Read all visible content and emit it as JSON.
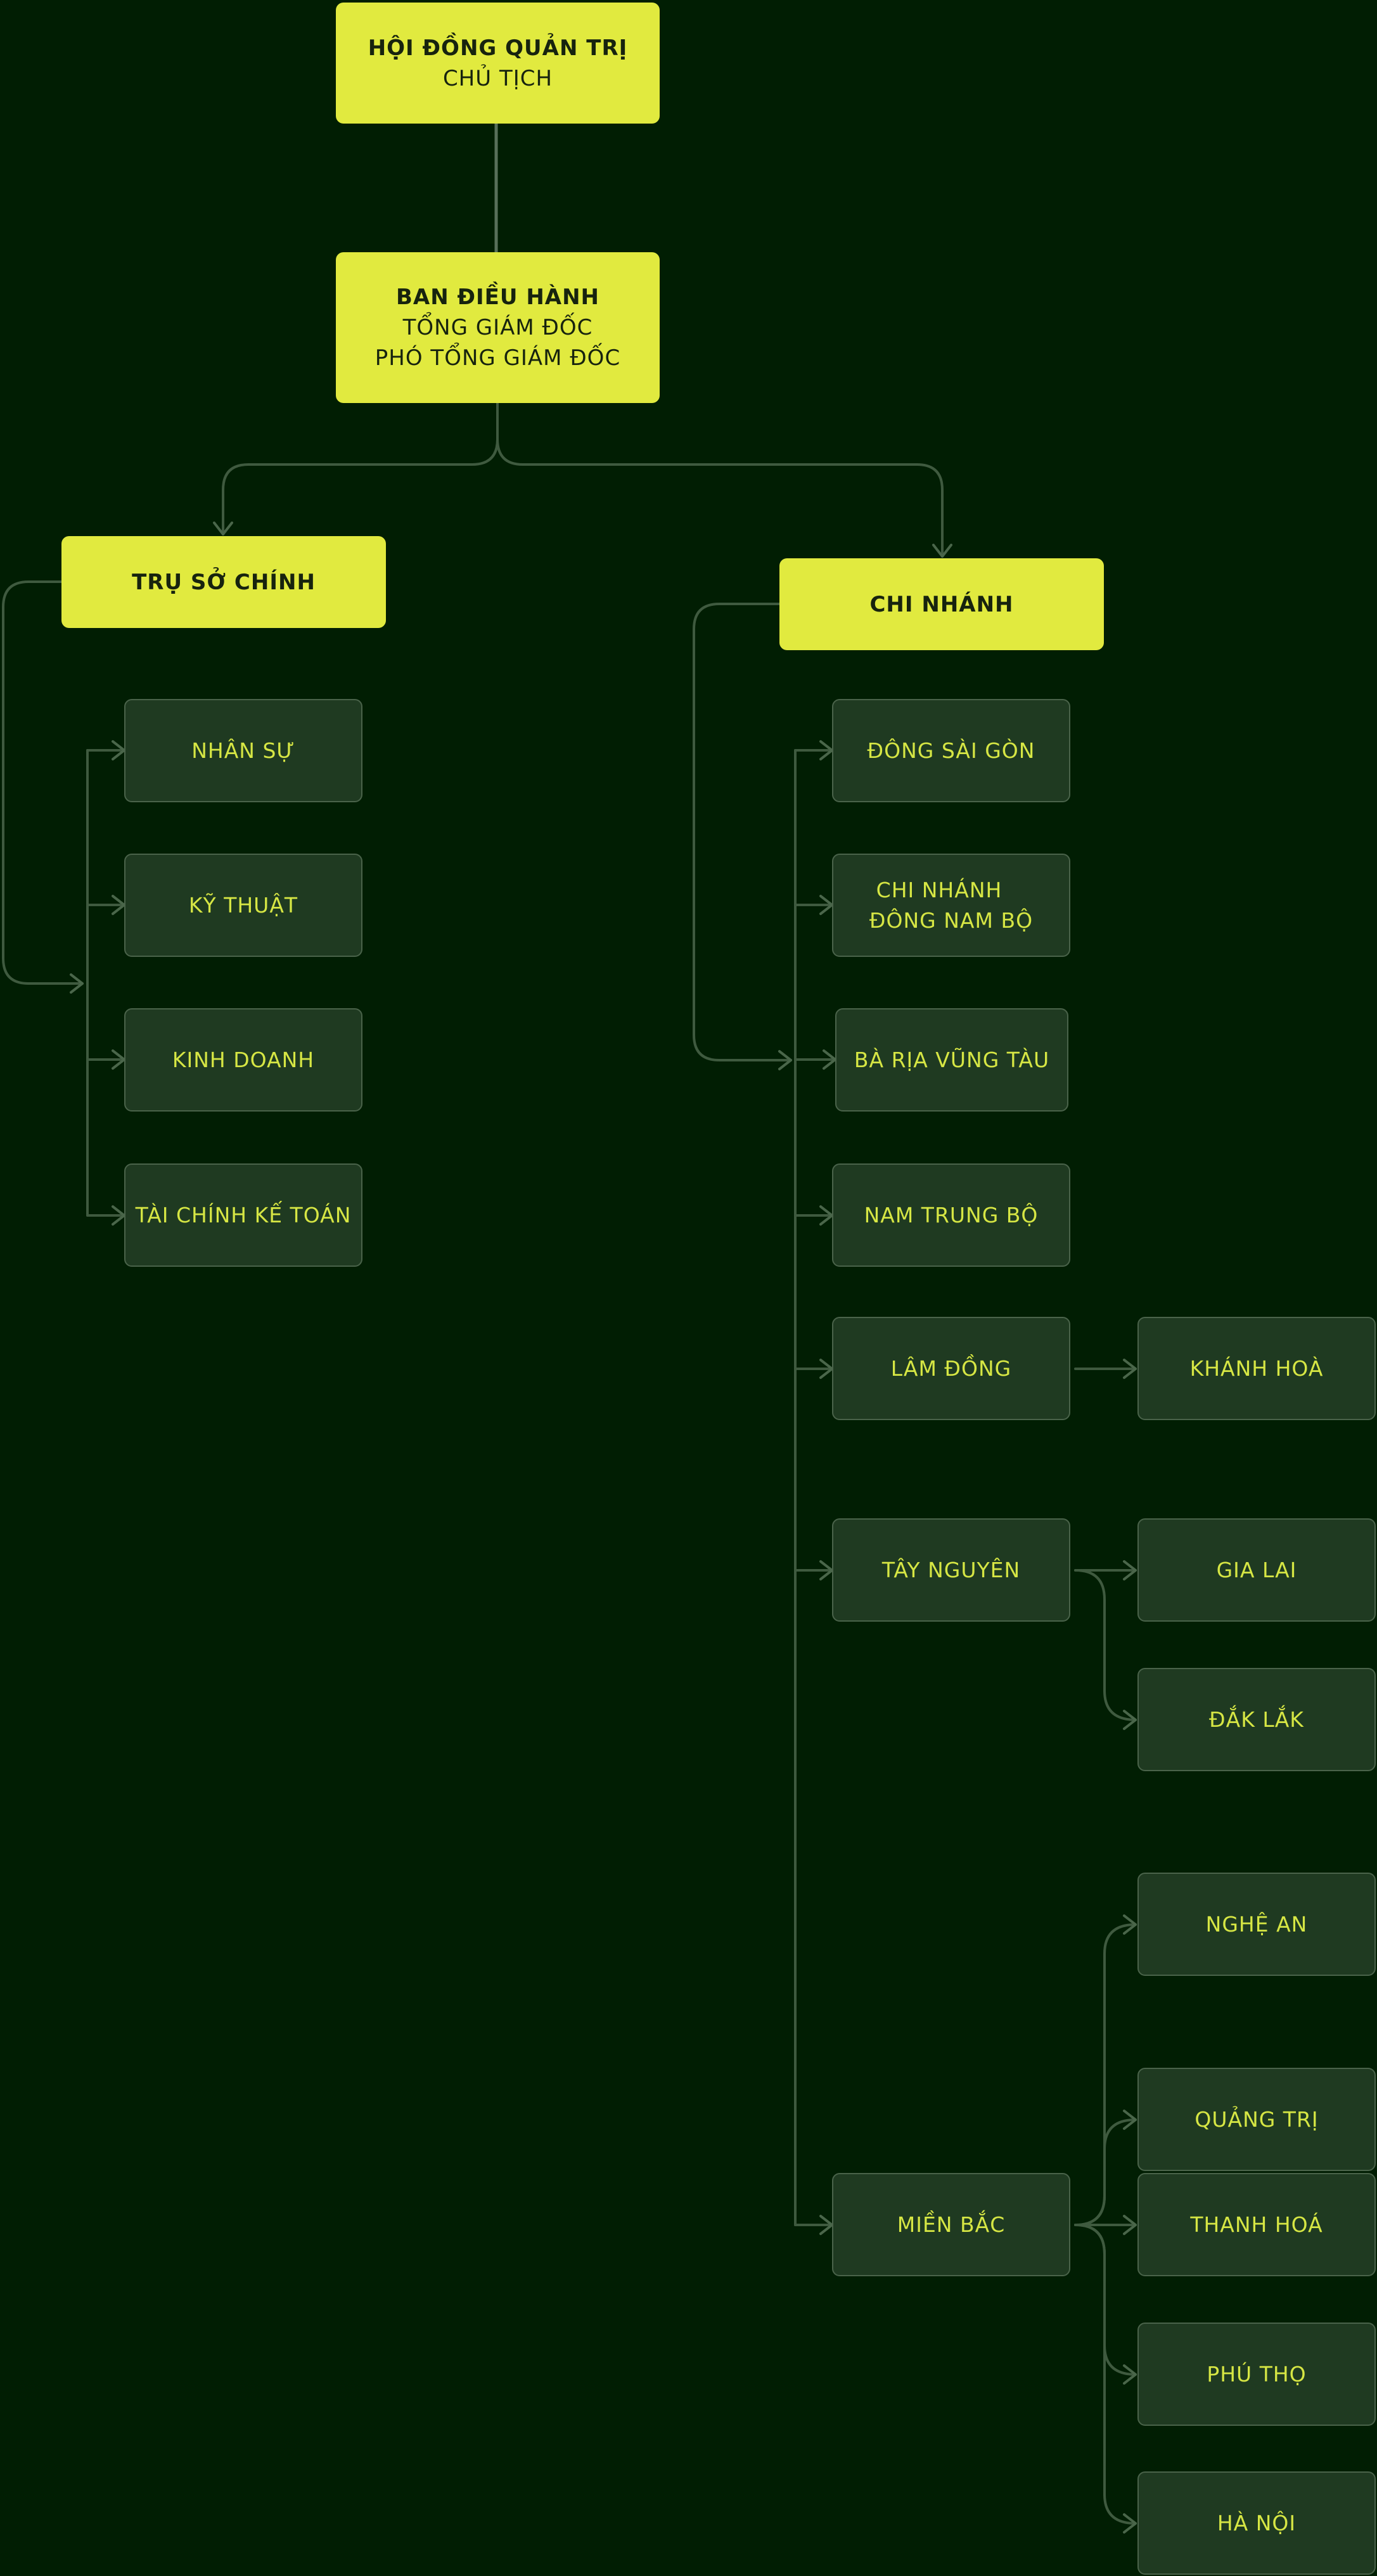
{
  "board": {
    "title": "HỘI ĐỒNG QUẢN TRỊ",
    "subtitle": "CHỦ TỊCH"
  },
  "executive": {
    "title": "BAN ĐIỀU HÀNH",
    "line1": "TỔNG GIÁM ĐỐC",
    "line2": "PHÓ TỔNG GIÁM ĐỐC"
  },
  "headquarters": {
    "title": "TRỤ SỞ CHÍNH",
    "departments": [
      "NHÂN SỰ",
      "KỸ THUẬT",
      "KINH DOANH",
      "TÀI CHÍNH KẾ TOÁN"
    ]
  },
  "branches": {
    "title": "CHI NHÁNH",
    "items": {
      "dong_sai_gon": "ĐÔNG SÀI GÒN",
      "dong_nam_bo_line1": "CHI NHÁNH",
      "dong_nam_bo_line2": "ĐÔNG NAM BỘ",
      "ba_ria_vung_tau": "BÀ RỊA VŨNG TÀU",
      "nam_trung_bo": "NAM TRUNG BỘ",
      "lam_dong": "LÂM ĐỒNG",
      "tay_nguyen": "TÂY NGUYÊN",
      "mien_bac": "MIỀN BẮC"
    },
    "sub": {
      "lam_dong": [
        "KHÁNH HOÀ"
      ],
      "tay_nguyen": [
        "GIA LAI",
        "ĐẮK LẮK"
      ],
      "mien_bac": [
        "NGHỆ AN",
        "QUẢNG TRỊ",
        "THANH HOÁ",
        "PHÚ THỌ",
        "HÀ NỘI"
      ]
    }
  },
  "colors": {
    "background": "#011e03",
    "accent_box": "#e1ea3f",
    "node_box": "#1f3a21",
    "node_text": "#d6e644",
    "connector": "#3f5a3f"
  }
}
